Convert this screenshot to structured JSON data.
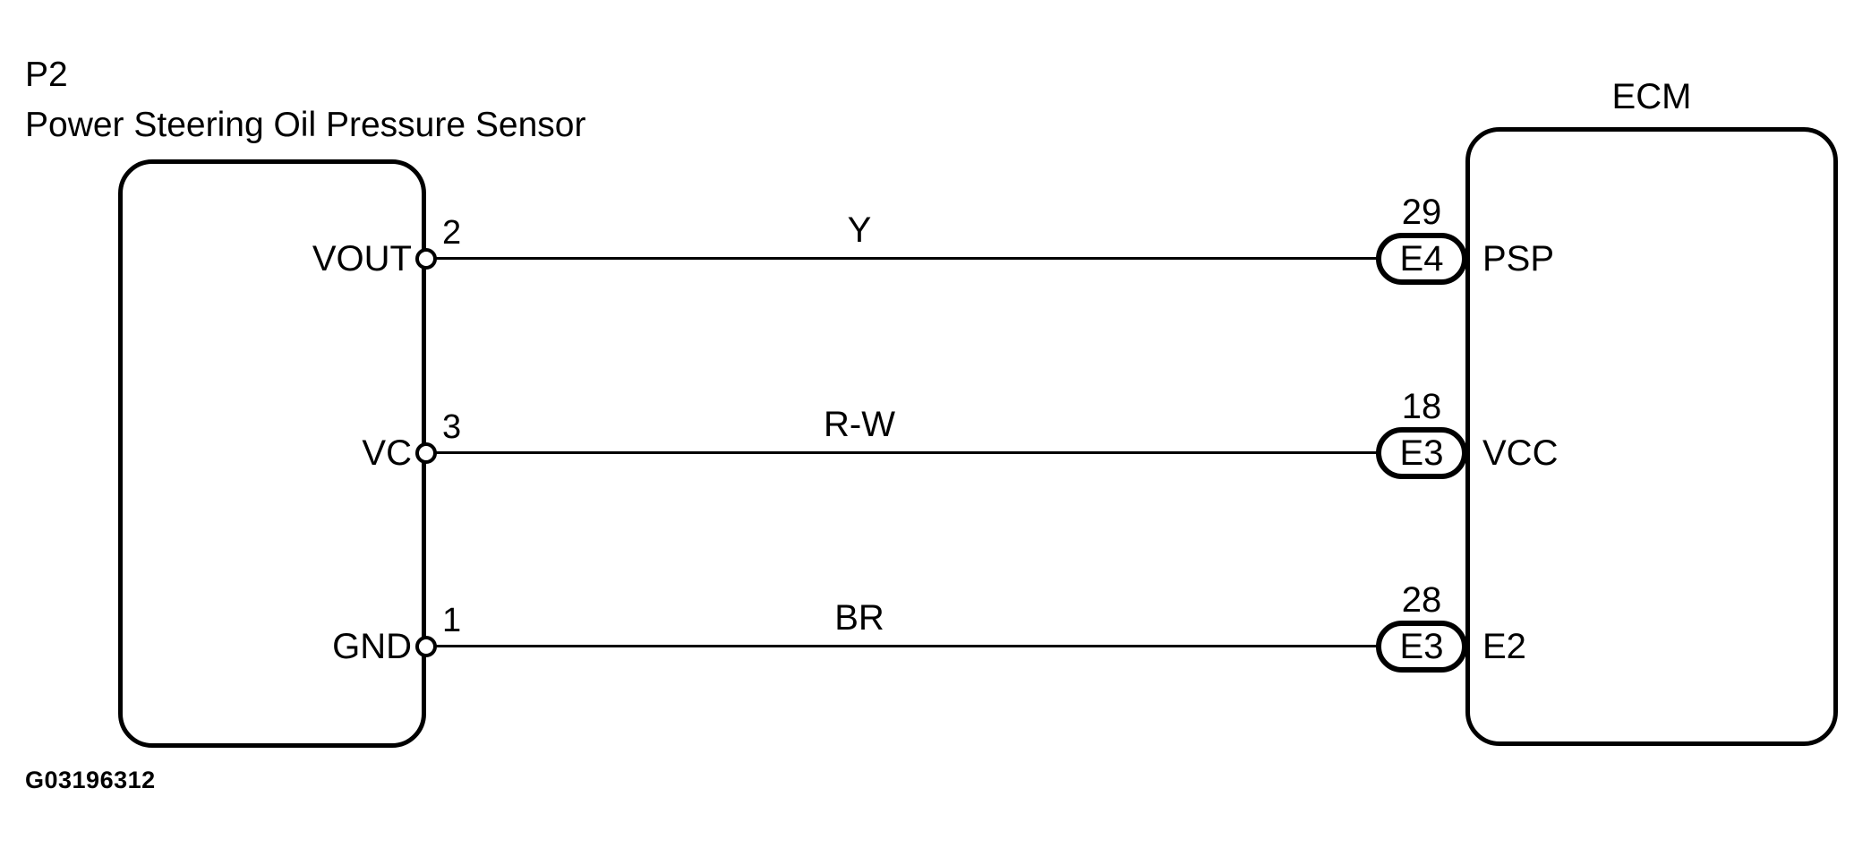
{
  "header": {
    "connector_id": "P2",
    "connector_name": "Power Steering Oil Pressure Sensor"
  },
  "ecm": {
    "label": "ECM"
  },
  "rows": [
    {
      "pin_name": "VOUT",
      "pin_number": "2",
      "wire_color": "Y",
      "terminal_number": "29",
      "ecm_connector": "E4",
      "ecm_pin_name": "PSP"
    },
    {
      "pin_name": "VC",
      "pin_number": "3",
      "wire_color": "R-W",
      "terminal_number": "18",
      "ecm_connector": "E3",
      "ecm_pin_name": "VCC"
    },
    {
      "pin_name": "GND",
      "pin_number": "1",
      "wire_color": "BR",
      "terminal_number": "28",
      "ecm_connector": "E3",
      "ecm_pin_name": "E2"
    }
  ],
  "footer": {
    "figure_id": "G03196312"
  },
  "colors": {
    "line": "#000000",
    "background": "#ffffff"
  }
}
